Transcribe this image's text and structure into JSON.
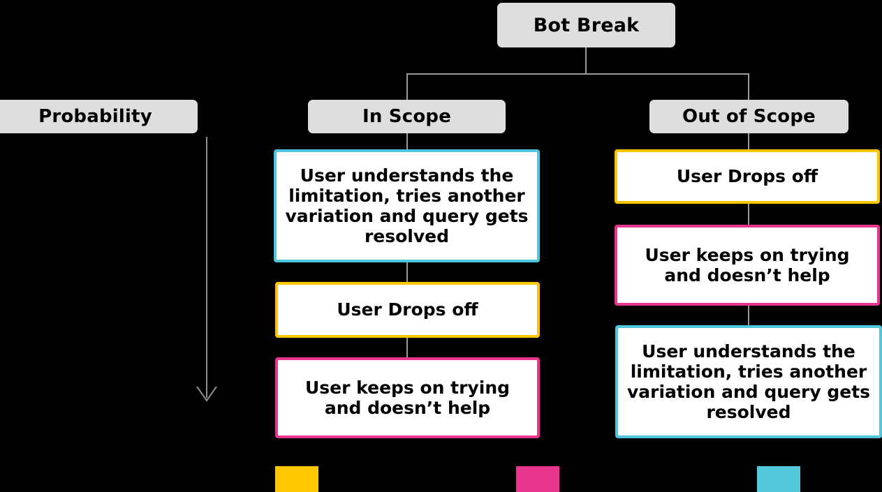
{
  "diagram": {
    "root": {
      "label": "Bot Break"
    },
    "columns": [
      {
        "header": "Probability"
      },
      {
        "header": "In Scope"
      },
      {
        "header": "Out of Scope"
      }
    ],
    "in_scope_cards": [
      {
        "text": "User understands the limitation, tries another variation and query gets resolved",
        "color": "cyan"
      },
      {
        "text": "User Drops off",
        "color": "yellow"
      },
      {
        "text": "User keeps on trying and doesn’t help",
        "color": "magenta"
      }
    ],
    "out_of_scope_cards": [
      {
        "text": "User Drops off",
        "color": "yellow"
      },
      {
        "text": "User keeps on trying and doesn’t help",
        "color": "magenta"
      },
      {
        "text": "User understands the limitation, tries another variation and query gets resolved",
        "color": "cyan"
      }
    ],
    "legend": [
      {
        "name": "yellow-swatch",
        "color": "#ffc700"
      },
      {
        "name": "magenta-swatch",
        "color": "#e8368f"
      },
      {
        "name": "cyan-swatch",
        "color": "#55c9dc"
      }
    ],
    "colors": {
      "background": "#000000",
      "header_fill": "#dedede",
      "card_fill": "#ffffff",
      "connector": "#9a9a9a",
      "cyan": "#4ec6dd",
      "yellow": "#ffc700",
      "magenta": "#e8368f"
    }
  }
}
